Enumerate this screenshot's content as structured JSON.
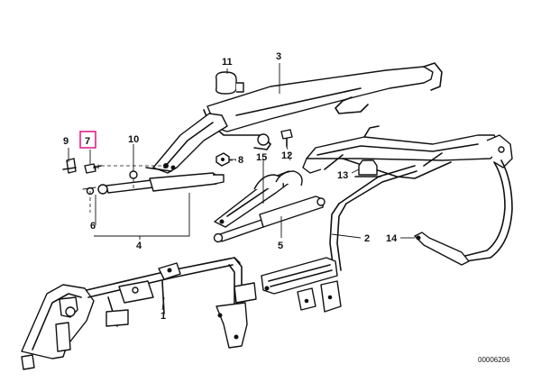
{
  "diagram": {
    "callouts": {
      "c1": "1",
      "c2": "2",
      "c3": "3",
      "c4": "4",
      "c5": "5",
      "c6": "6",
      "c7": "7",
      "c8": "8",
      "c9": "9",
      "c10": "10",
      "c11": "11",
      "c12": "12",
      "c13": "13",
      "c14": "14",
      "c15": "15"
    },
    "highlighted_callout": "7",
    "highlight_color": "#e0218a",
    "reference_number": "00006206"
  }
}
